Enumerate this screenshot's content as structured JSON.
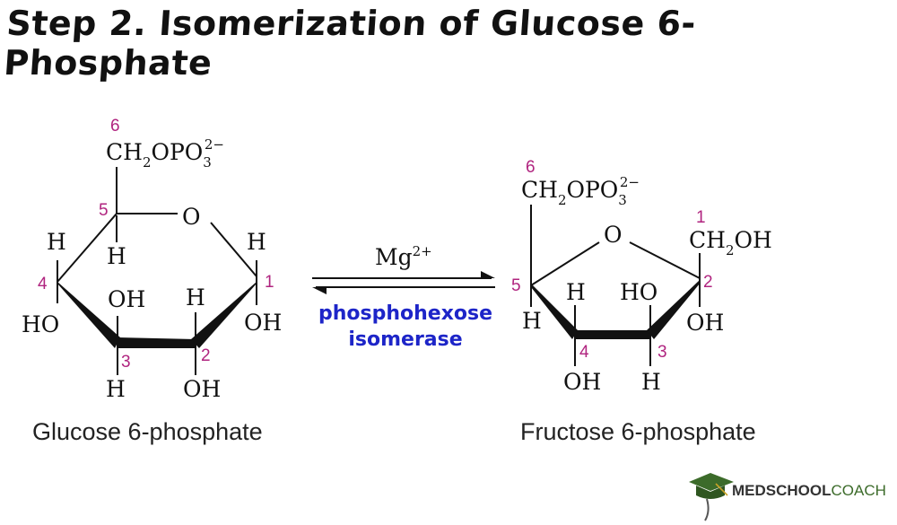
{
  "title": "Step 2. Isomerization of Glucose 6-Phosphate",
  "glucose": {
    "name": "Glucose 6-phosphate",
    "ch2_group": {
      "base": "CH",
      "sub": "2",
      "rest": "OPO",
      "sub3": "3",
      "charge": "2−"
    },
    "ring_oxygen": "O",
    "substituents": {
      "c1_h": "H",
      "c1_oh": "OH",
      "c2_h": "H",
      "c2_oh": "OH",
      "c3_oh": "OH",
      "c3_h": "H",
      "c4_h": "H",
      "c4_ho": "HO",
      "c5_h": "H"
    },
    "carbon_numbers": [
      "1",
      "2",
      "3",
      "4",
      "5",
      "6"
    ]
  },
  "fructose": {
    "name": "Fructose 6-phosphate",
    "ch2_group": {
      "base": "CH",
      "sub": "2",
      "rest": "OPO",
      "sub3": "3",
      "charge": "2−"
    },
    "c1_group": {
      "base": "CH",
      "sub": "2",
      "rest": "OH"
    },
    "ring_oxygen": "O",
    "substituents": {
      "c2_oh": "OH",
      "c3_ho": "HO",
      "c3_h": "H",
      "c4_h": "H",
      "c4_oh": "OH",
      "c5_h": "H"
    },
    "carbon_numbers": [
      "1",
      "2",
      "3",
      "4",
      "5",
      "6"
    ]
  },
  "reaction": {
    "cofactor": {
      "base": "Mg",
      "charge": "2+"
    },
    "enzyme_line1": "phosphohexose",
    "enzyme_line2": "isomerase"
  },
  "logo": {
    "text_bold": "MEDSCHOOL",
    "text_light": "COACH"
  },
  "colors": {
    "carbon_numbers": "#b0247f",
    "enzyme": "#1d25c8",
    "logo_green": "#3c6b2a"
  }
}
